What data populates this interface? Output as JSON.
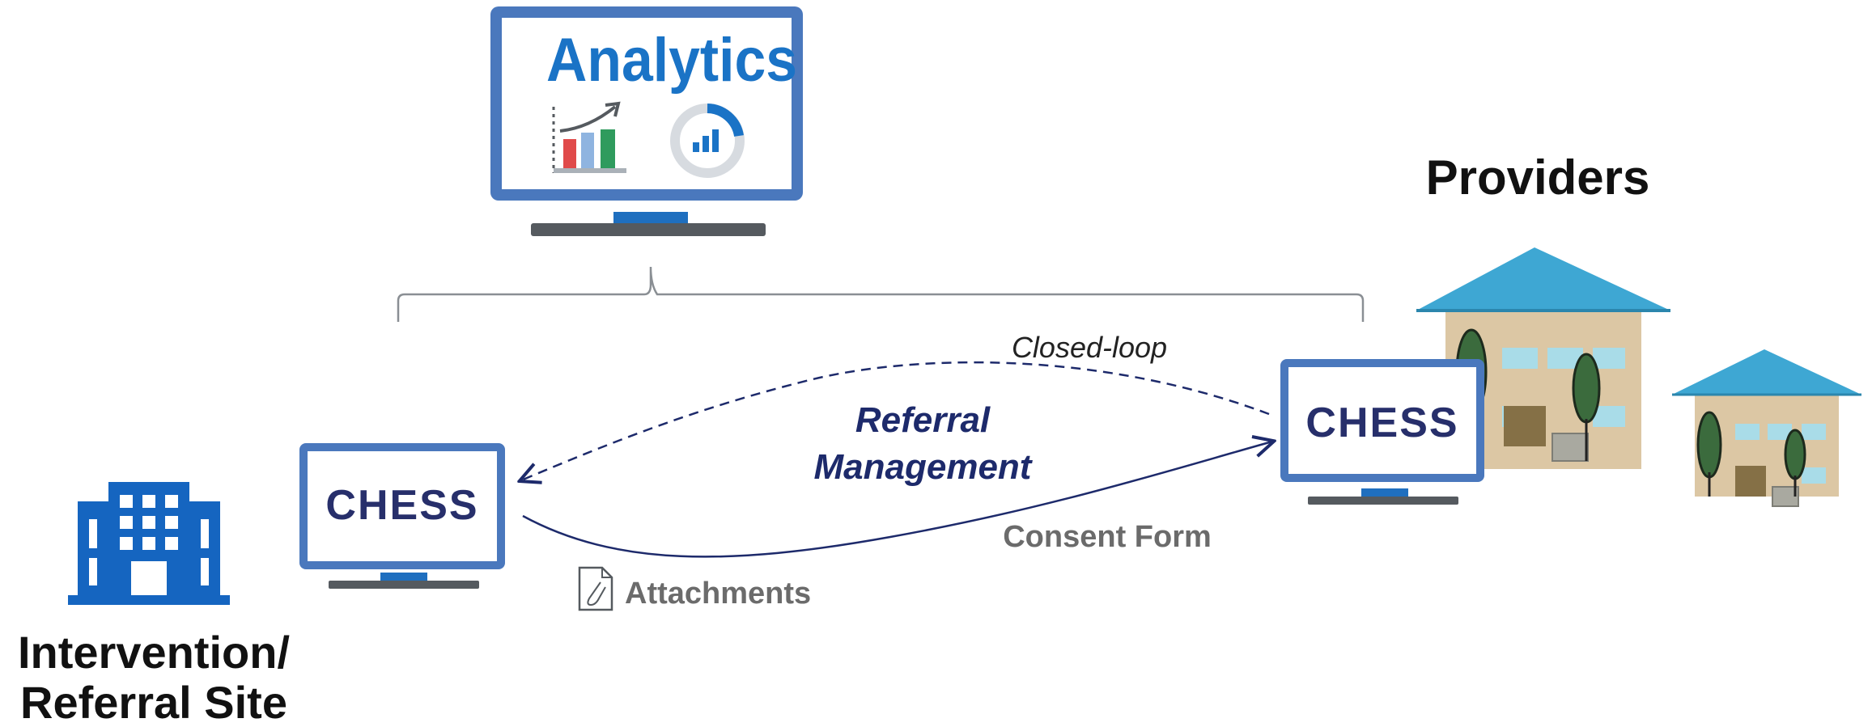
{
  "analytics": {
    "title": "Analytics",
    "icons": [
      "bar-chart-trend-icon",
      "donut-chart-icon"
    ]
  },
  "providers": {
    "label": "Providers"
  },
  "intervention": {
    "line1": "Intervention/",
    "line2": "Referral Site"
  },
  "chess": {
    "left_label": "CHESS",
    "right_label": "CHESS"
  },
  "flow": {
    "closed_loop": "Closed-loop",
    "referral_line1": "Referral",
    "referral_line2": "Management",
    "consent_form": "Consent Form",
    "attachments": "Attachments"
  },
  "colors": {
    "monitor_border": "#4a78bd",
    "analytics_blue": "#1a73c6",
    "chess_text": "#272f6b",
    "referral_text": "#1d2a6b",
    "gray_text": "#6b6b6b",
    "roof": "#3ea7d3",
    "wall": "#dcc7a4",
    "building_blue": "#1565c0"
  }
}
